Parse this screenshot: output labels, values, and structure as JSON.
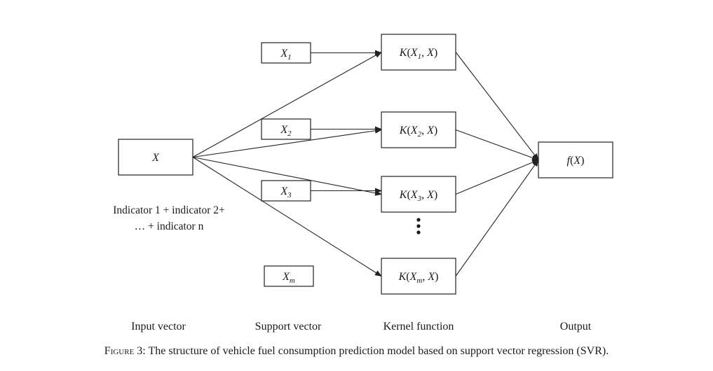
{
  "nodes": {
    "input": {
      "base": "X"
    },
    "support": [
      {
        "base": "X",
        "sub": "1"
      },
      {
        "base": "X",
        "sub": "2"
      },
      {
        "base": "X",
        "sub": "3"
      },
      {
        "base": "X",
        "sub": "m"
      }
    ],
    "kernel": [
      {
        "func": "K",
        "sub": "1",
        "arg": "X"
      },
      {
        "func": "K",
        "sub": "2",
        "arg": "X"
      },
      {
        "func": "K",
        "sub": "3",
        "arg": "X"
      },
      {
        "func": "K",
        "sub": "m",
        "arg": "X"
      }
    ],
    "output": {
      "func": "f",
      "arg": "X"
    }
  },
  "input_note": [
    "Indicator 1 + indicator 2+",
    "… + indicator n"
  ],
  "ellipsis": "⋮",
  "column_labels": [
    "Input vector",
    "Support vector",
    "Kernel function",
    "Output"
  ],
  "caption": {
    "figure_label": "Figure 3:",
    "text": "The structure of vehicle fuel consumption prediction model based on support vector regression (SVR)."
  }
}
